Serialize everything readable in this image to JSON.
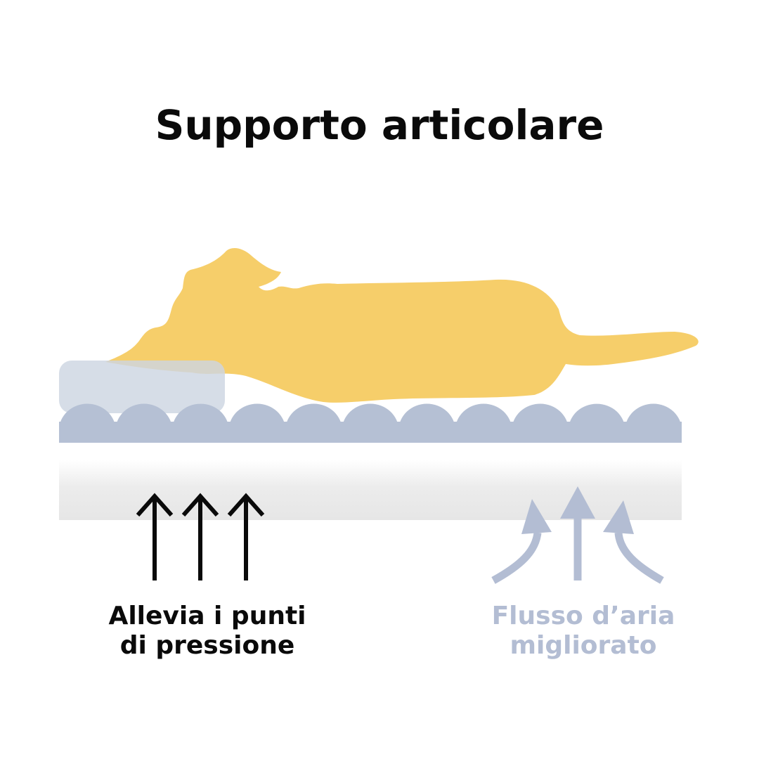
{
  "title": "Supporto articolare",
  "captions": {
    "pressure": {
      "line1": "Allevia i punti",
      "line2": "di pressione"
    },
    "airflow": {
      "line1": "Flusso d’aria",
      "line2": "migliorato"
    }
  },
  "colors": {
    "dog": "#f6ce6a",
    "foam": "#b5c0d4",
    "pillow": "#cdd5e2",
    "base": "#ececec",
    "pressure_arrows": "#0a0a0a",
    "airflow_arrows": "#b3bdd3"
  }
}
